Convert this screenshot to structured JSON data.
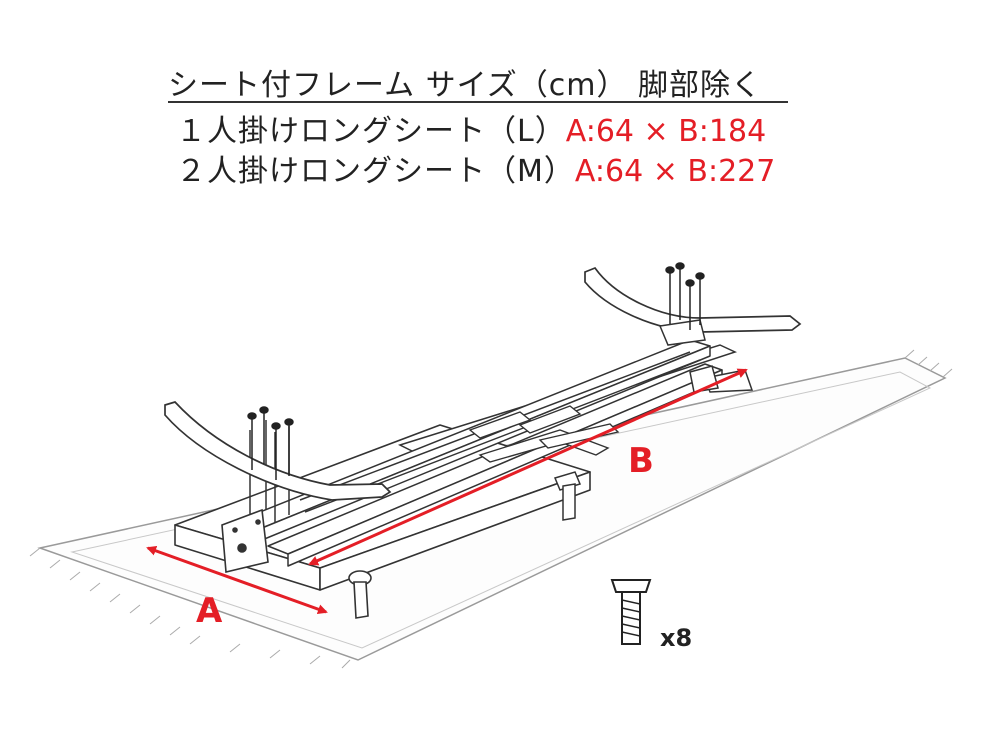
{
  "spec": {
    "title": "シート付フレーム サイズ（cm） 脚部除く",
    "rows": [
      {
        "label": "１人掛けロングシート（L）",
        "dims": "A:64 × B:184"
      },
      {
        "label": "２人掛けロングシート（M）",
        "dims": "A:64 × B:227"
      }
    ]
  },
  "diagram": {
    "label_a": "A",
    "label_b": "B",
    "screw_count": "x8",
    "accent_color": "#e41e26"
  }
}
